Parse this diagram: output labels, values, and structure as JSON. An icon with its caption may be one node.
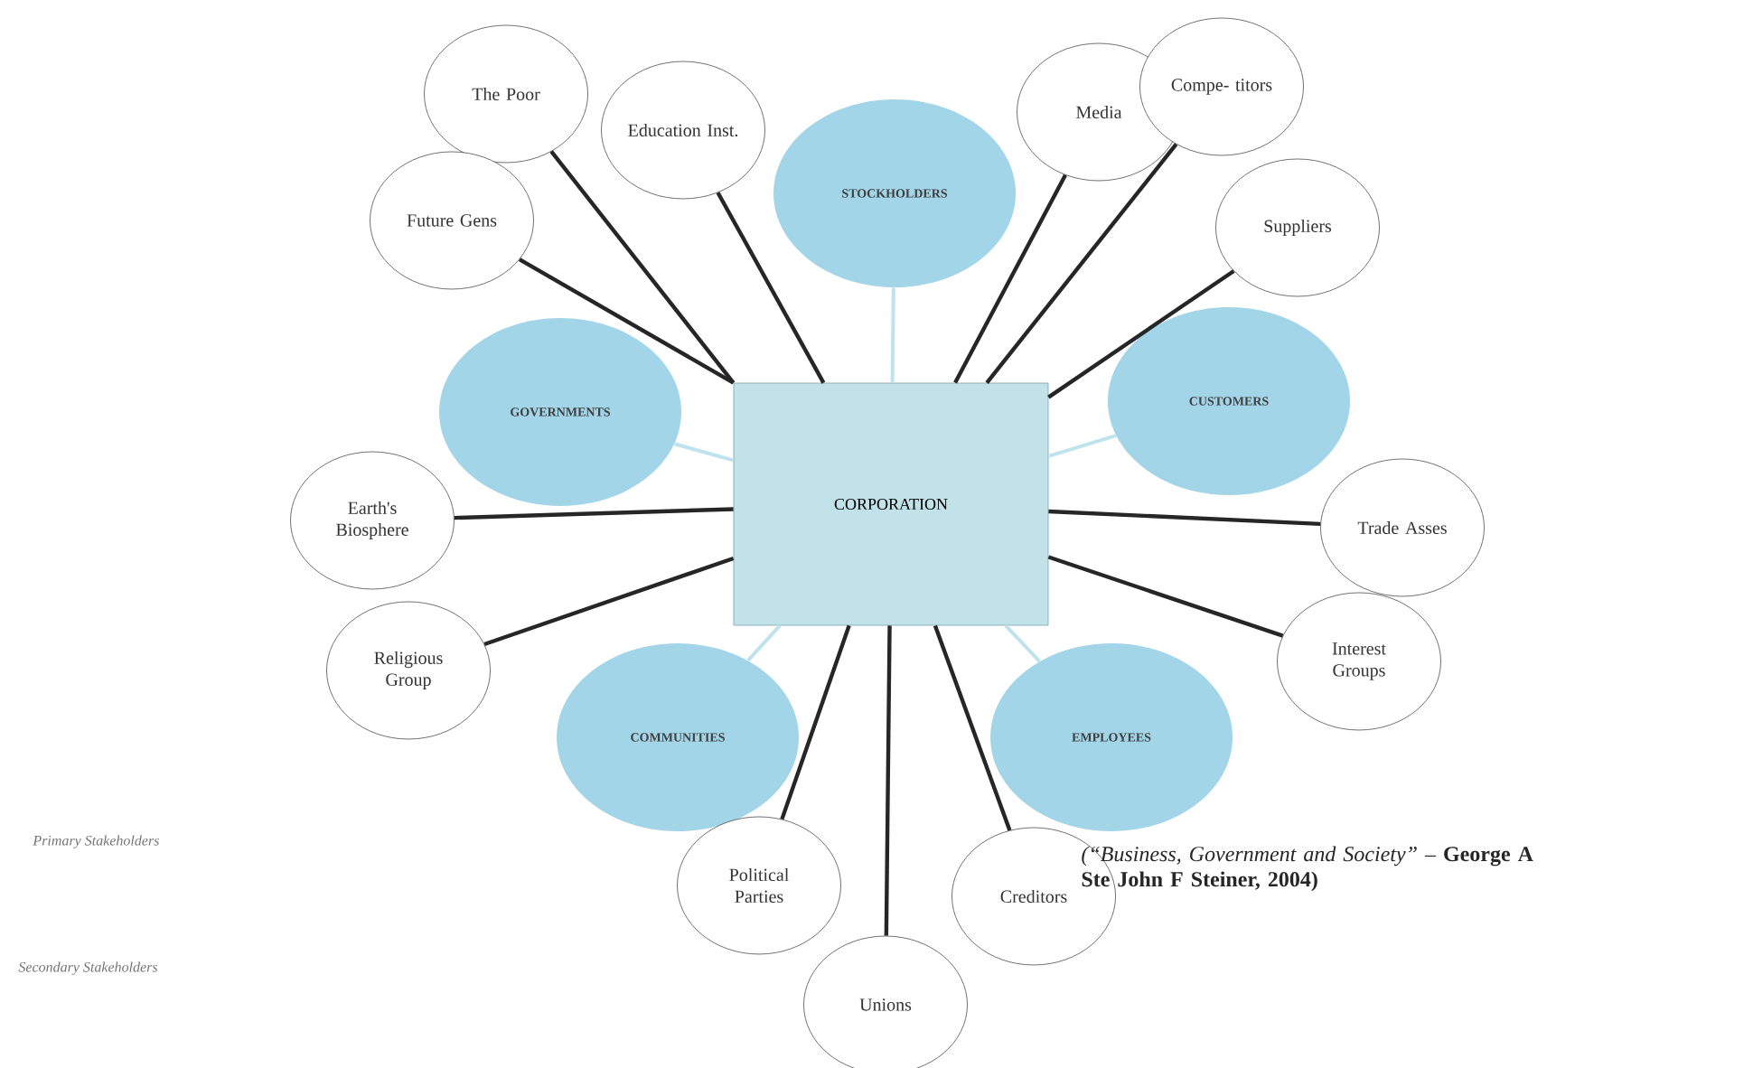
{
  "diagram": {
    "nodes": [
      {
        "text": [
          "CORPORATION"
        ]
      },
      {
        "text": [
          "The Poor"
        ]
      },
      {
        "text": [
          "Education Inst."
        ]
      },
      {
        "text": [
          "STOCKHOLDERS"
        ]
      },
      {
        "text": [
          "Media"
        ]
      },
      {
        "text": [
          "Compe- titors"
        ]
      },
      {
        "text": [
          "Future Gens"
        ]
      },
      {
        "text": [
          "Suppliers"
        ]
      },
      {
        "text": [
          "GOVERNMENTS"
        ]
      },
      {
        "text": [
          "CUSTOMERS"
        ]
      },
      {
        "text": [
          "Earth's Biosphere"
        ]
      },
      {
        "text": [
          "Trade Asses"
        ]
      },
      {
        "text": [
          "Religious Group"
        ]
      },
      {
        "text": [
          "Interest Groups"
        ]
      },
      {
        "text": [
          "COMMUNITIES"
        ]
      },
      {
        "text": [
          "EMPLOYEES"
        ]
      },
      {
        "text": [
          "Political Parties"
        ]
      },
      {
        "text": [
          "Creditors"
        ]
      },
      {
        "text": [
          "Unions"
        ]
      }
    ],
    "edges": [
      {
        "from": 0,
        "to": 1,
        "arrow": "none"
      },
      {
        "from": 0,
        "to": 2,
        "arrow": "none"
      },
      {
        "from": 0,
        "to": 3,
        "arrow": "none",
        "color": "#bfe3ee"
      },
      {
        "from": 0,
        "to": 4,
        "arrow": "none"
      },
      {
        "from": 0,
        "to": 5,
        "arrow": "none"
      },
      {
        "from": 0,
        "to": 6,
        "arrow": "none"
      },
      {
        "from": 0,
        "to": 7,
        "arrow": "none"
      },
      {
        "from": 0,
        "to": 8,
        "arrow": "none",
        "color": "#bfe3ee"
      },
      {
        "from": 0,
        "to": 9,
        "arrow": "none",
        "color": "#bfe3ee"
      },
      {
        "from": 0,
        "to": 10,
        "arrow": "none"
      },
      {
        "from": 0,
        "to": 11,
        "arrow": "none"
      },
      {
        "from": 0,
        "to": 12,
        "arrow": "none"
      },
      {
        "from": 0,
        "to": 13,
        "arrow": "none"
      },
      {
        "from": 0,
        "to": 14,
        "arrow": "none",
        "color": "#bfe3ee"
      },
      {
        "from": 0,
        "to": 15,
        "arrow": "none",
        "color": "#bfe3ee"
      },
      {
        "from": 0,
        "to": 16,
        "arrow": "none"
      },
      {
        "from": 0,
        "to": 17,
        "arrow": "none"
      },
      {
        "from": 0,
        "to": 18,
        "arrow": "none"
      }
    ],
    "labels": [
      "Primary Stakeholders",
      "Secondary Stakeholders",
      "*(“Business, Government and Society”* – **George A Ste John F Steiner, 2004)**"
    ]
  }
}
